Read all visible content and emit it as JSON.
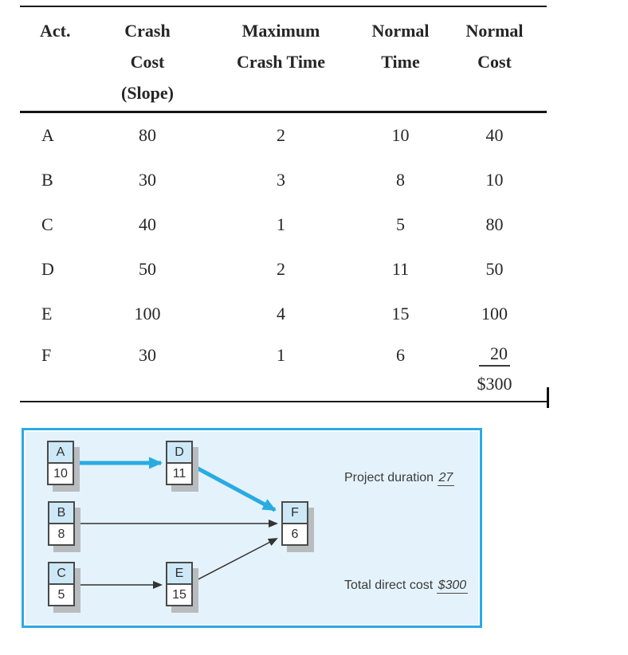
{
  "table": {
    "headers": {
      "act": [
        "Act."
      ],
      "crash_cost": [
        "Crash",
        "Cost",
        "(Slope)"
      ],
      "max_crash_time": [
        "Maximum",
        "Crash Time"
      ],
      "normal_time": [
        "Normal",
        "Time"
      ],
      "normal_cost": [
        "Normal",
        "Cost"
      ]
    },
    "rows": [
      {
        "act": "A",
        "crash_cost_slope": "80",
        "max_crash_time": "2",
        "normal_time": "10",
        "normal_cost": "40"
      },
      {
        "act": "B",
        "crash_cost_slope": "30",
        "max_crash_time": "3",
        "normal_time": "8",
        "normal_cost": "10"
      },
      {
        "act": "C",
        "crash_cost_slope": "40",
        "max_crash_time": "1",
        "normal_time": "5",
        "normal_cost": "80"
      },
      {
        "act": "D",
        "crash_cost_slope": "50",
        "max_crash_time": "2",
        "normal_time": "11",
        "normal_cost": "50"
      },
      {
        "act": "E",
        "crash_cost_slope": "100",
        "max_crash_time": "4",
        "normal_time": "15",
        "normal_cost": "100"
      },
      {
        "act": "F",
        "crash_cost_slope": "30",
        "max_crash_time": "1",
        "normal_time": "6",
        "normal_cost": "20"
      }
    ],
    "total_cost": "$300"
  },
  "diagram": {
    "nodes": [
      {
        "id": "A",
        "duration": "10"
      },
      {
        "id": "D",
        "duration": "11"
      },
      {
        "id": "B",
        "duration": "8"
      },
      {
        "id": "F",
        "duration": "6"
      },
      {
        "id": "C",
        "duration": "5"
      },
      {
        "id": "E",
        "duration": "15"
      }
    ],
    "edges": [
      {
        "from": "A",
        "to": "D",
        "highlighted": true
      },
      {
        "from": "D",
        "to": "F",
        "highlighted": true
      },
      {
        "from": "B",
        "to": "F",
        "highlighted": false
      },
      {
        "from": "C",
        "to": "E",
        "highlighted": false
      },
      {
        "from": "E",
        "to": "F",
        "highlighted": false
      }
    ],
    "project_duration_label": "Project duration",
    "project_duration_value": "27",
    "total_direct_cost_label": "Total direct cost",
    "total_direct_cost_value": "$300",
    "colors": {
      "panel_border": "#29abe2",
      "panel_fill": "#e4f2fb",
      "node_header_fill": "#cde9f7",
      "highlight_arrow": "#29abe2",
      "normal_arrow": "#333333",
      "shadow": "#b9bcbe"
    }
  }
}
